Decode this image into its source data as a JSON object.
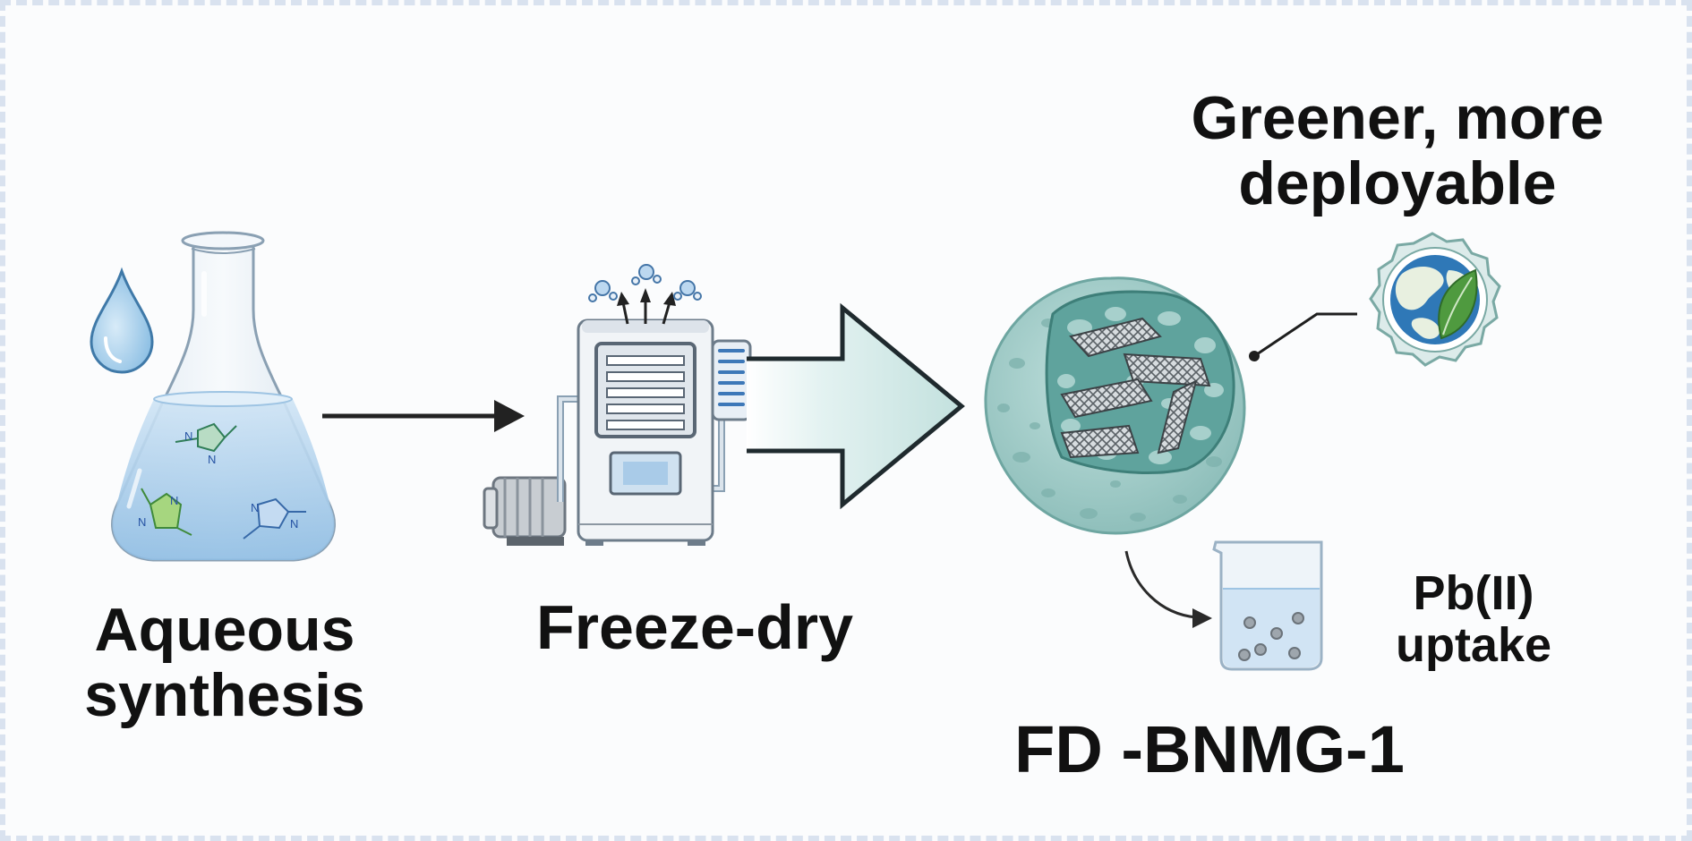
{
  "labels": {
    "aqueous_line1": "Aqueous",
    "aqueous_line2": "synthesis",
    "freeze_dry": "Freeze-dry",
    "greener_line1": "Greener, more",
    "greener_line2": "deployable",
    "pb_line1": "Pb(II)",
    "pb_line2": "uptake",
    "product": "FD -BNMG-1"
  },
  "molecule_labels": {
    "n": "N"
  },
  "icons": [
    "water-drop-icon",
    "flask-icon",
    "imidazole-molecule-icon",
    "freeze-dryer-icon",
    "vacuum-pump-icon",
    "vapor-molecule-icon",
    "porous-sphere-icon",
    "earth-leaf-badge-icon",
    "beaker-icon"
  ],
  "colors": {
    "liquid": "#b9d7f0",
    "sphere": "#a9cfcc",
    "big_arrow": "#cfe8e6",
    "leaf": "#4f9a3f",
    "ocean": "#2f78b7"
  }
}
